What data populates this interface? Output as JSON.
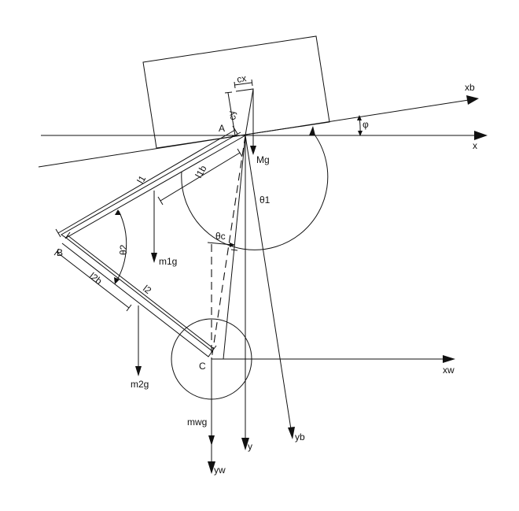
{
  "labels": {
    "x": "x",
    "xb": "xb",
    "xw": "xw",
    "y": "y",
    "yb": "yb",
    "yw": "yw",
    "phi": "φ",
    "A": "A",
    "B": "B",
    "C": "C",
    "cx": "cx",
    "cy": "cy",
    "Mg": "Mg",
    "l1": "l1",
    "l1b": "l1b",
    "l2": "l2",
    "l2b": "l2b",
    "theta1": "θ1",
    "theta2": "θ2",
    "thetac": "θc",
    "m1g": "m1g",
    "m2g": "m2g",
    "mwg": "mwg"
  },
  "colors": {
    "line": "#111111",
    "background": "#ffffff"
  }
}
